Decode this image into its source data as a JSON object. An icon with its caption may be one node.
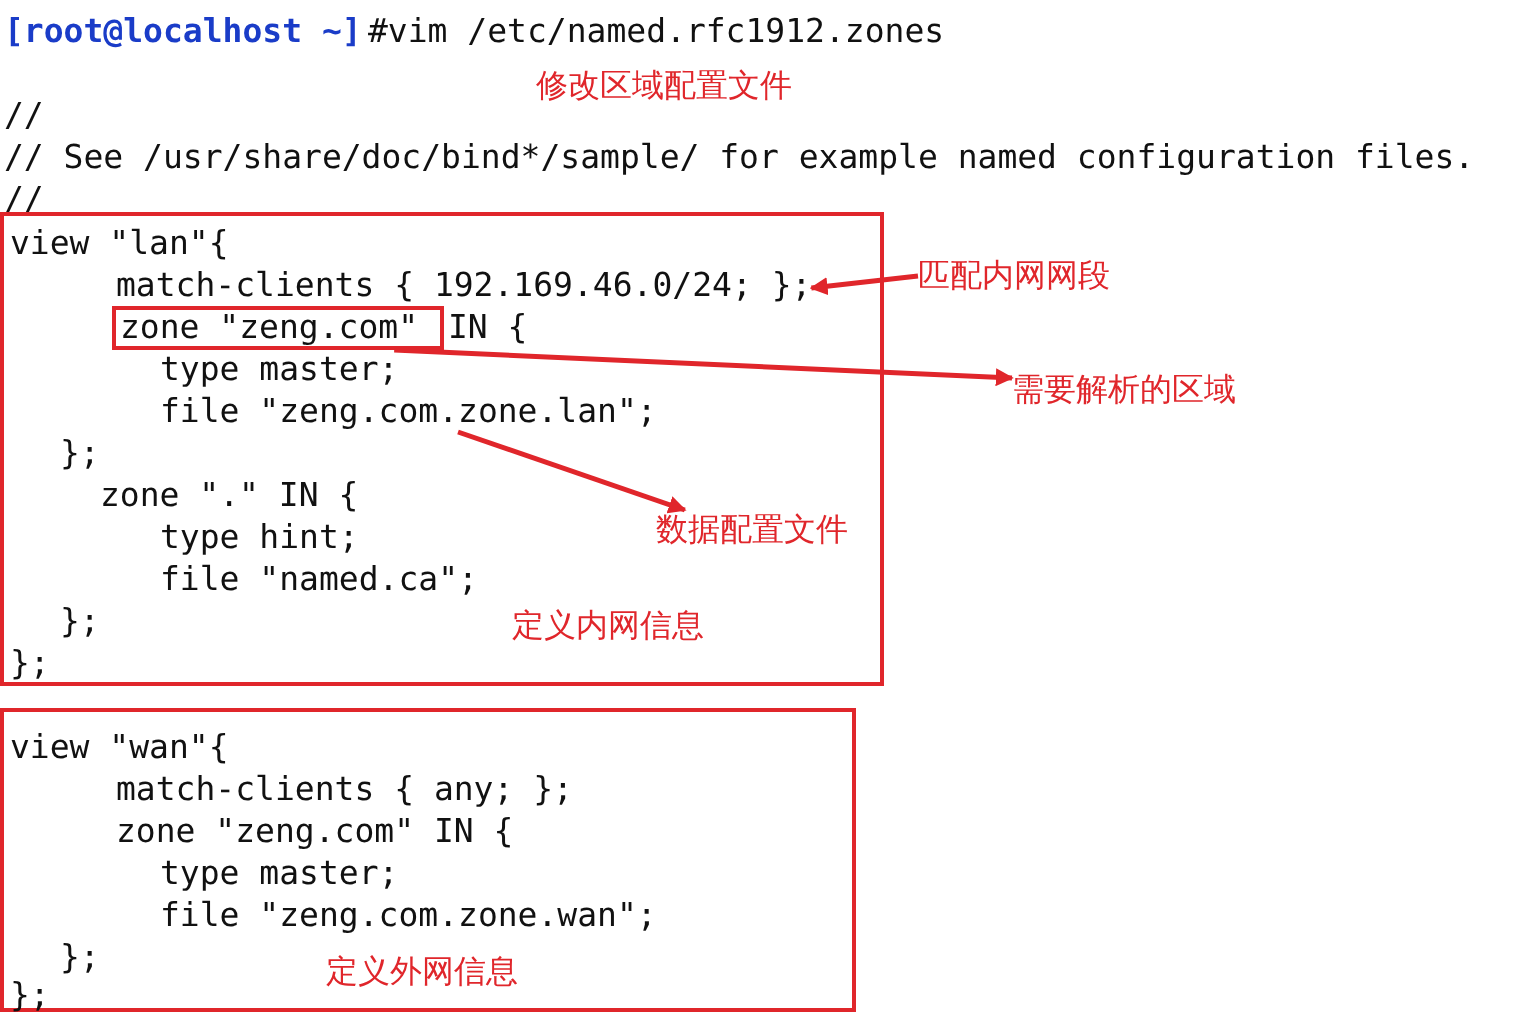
{
  "diagram": {
    "nodes": [
      {
        "text": [
          "view \"lan\"{",
          "IN {",
          "type master;",
          "};",
          "zone \".\" IN {",
          "type hint;",
          "file \"named.ca\";",
          "};",
          "};",
          "定义内网信息"
        ]
      },
      {
        "text": [
          "match-clients { 192.169.46.0/24; };"
        ],
        "in": 0
      },
      {
        "text": [
          "zone \"zeng.com\""
        ],
        "in": 0
      },
      {
        "text": [
          "file \"zeng.com.zone.lan\";"
        ],
        "in": 0
      },
      {
        "text": [
          "匹配内网网段"
        ]
      },
      {
        "text": [
          "需要解析的区域"
        ]
      },
      {
        "text": [
          "数据配置文件"
        ],
        "in": 0
      },
      {
        "text": [
          "view \"wan\"{",
          "match-clients { any; };",
          "zone \"zeng.com\" IN {",
          "type master;",
          "file \"zeng.com.zone.wan\";",
          "};",
          "};",
          "定义外网信息"
        ]
      }
    ],
    "edges": [
      {
        "from": 4,
        "to": 1,
        "arrow": "to"
      },
      {
        "from": 2,
        "to": 5,
        "arrow": "to"
      },
      {
        "from": 3,
        "to": 6,
        "arrow": "to"
      }
    ],
    "labels": [
      "[root@localhost ~]",
      "#vim /etc/named.rfc1912.zones",
      "修改区域配置文件",
      "//",
      "// See /usr/share/doc/bind*/sample/ for example named configuration files.",
      "//"
    ]
  }
}
